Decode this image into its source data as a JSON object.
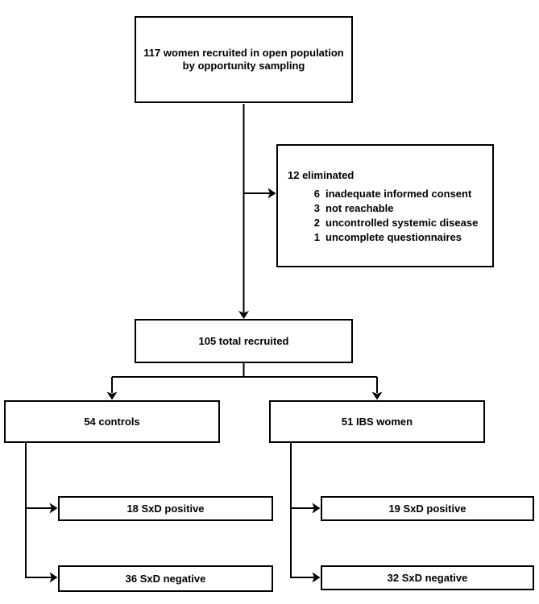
{
  "flowchart": {
    "background_color": "#ffffff",
    "line_color": "#000000",
    "recruited": {
      "line1": "117 women recruited in open population",
      "line2": "by opportunity sampling"
    },
    "eliminated": {
      "title": "12 eliminated",
      "items": [
        {
          "count": "6",
          "reason": "inadequate informed consent"
        },
        {
          "count": "3",
          "reason": "not reachable"
        },
        {
          "count": "2",
          "reason": "uncontrolled systemic disease"
        },
        {
          "count": "1",
          "reason": "uncomplete questionnaires"
        }
      ]
    },
    "total": {
      "label": "105 total recruited"
    },
    "controls": {
      "label": "54 controls"
    },
    "ibs": {
      "label": "51 IBS women"
    },
    "controls_sxd_positive": {
      "label": "18 SxD positive"
    },
    "controls_sxd_negative": {
      "label": "36 SxD negative"
    },
    "ibs_sxd_positive": {
      "label": "19 SxD positive"
    },
    "ibs_sxd_negative": {
      "label": "32 SxD negative"
    }
  }
}
